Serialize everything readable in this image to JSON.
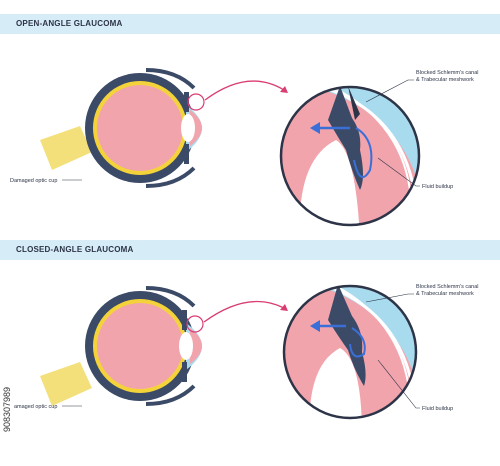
{
  "panels": [
    {
      "title": "OPEN-ANGLE GLAUCOMA",
      "label_optic": "Damaged optic cup",
      "label_blocked_1": "Blocked Schlemm's canal",
      "label_blocked_2": "& Trabecular meshwork",
      "label_fluid": "Fluid buildup"
    },
    {
      "title": "CLOSED-ANGLE GLAUCOMA",
      "label_optic": "Damaged optic cup",
      "label_blocked_1": "Blocked Schlemm's canal",
      "label_blocked_2": "& Trabecular meshwork",
      "label_fluid": "Fluid buildup"
    }
  ],
  "stock_id": "908307989",
  "colors": {
    "banner": "#d6ecf7",
    "eye_outline": "#3b4a66",
    "eye_fill": "#f2a4ad",
    "retina": "#f4d33a",
    "cornea": "#a9dbef",
    "optic_nerve": "#f4e07a",
    "arrow": "#d93c73",
    "flow_arrow": "#3a6fd8"
  }
}
